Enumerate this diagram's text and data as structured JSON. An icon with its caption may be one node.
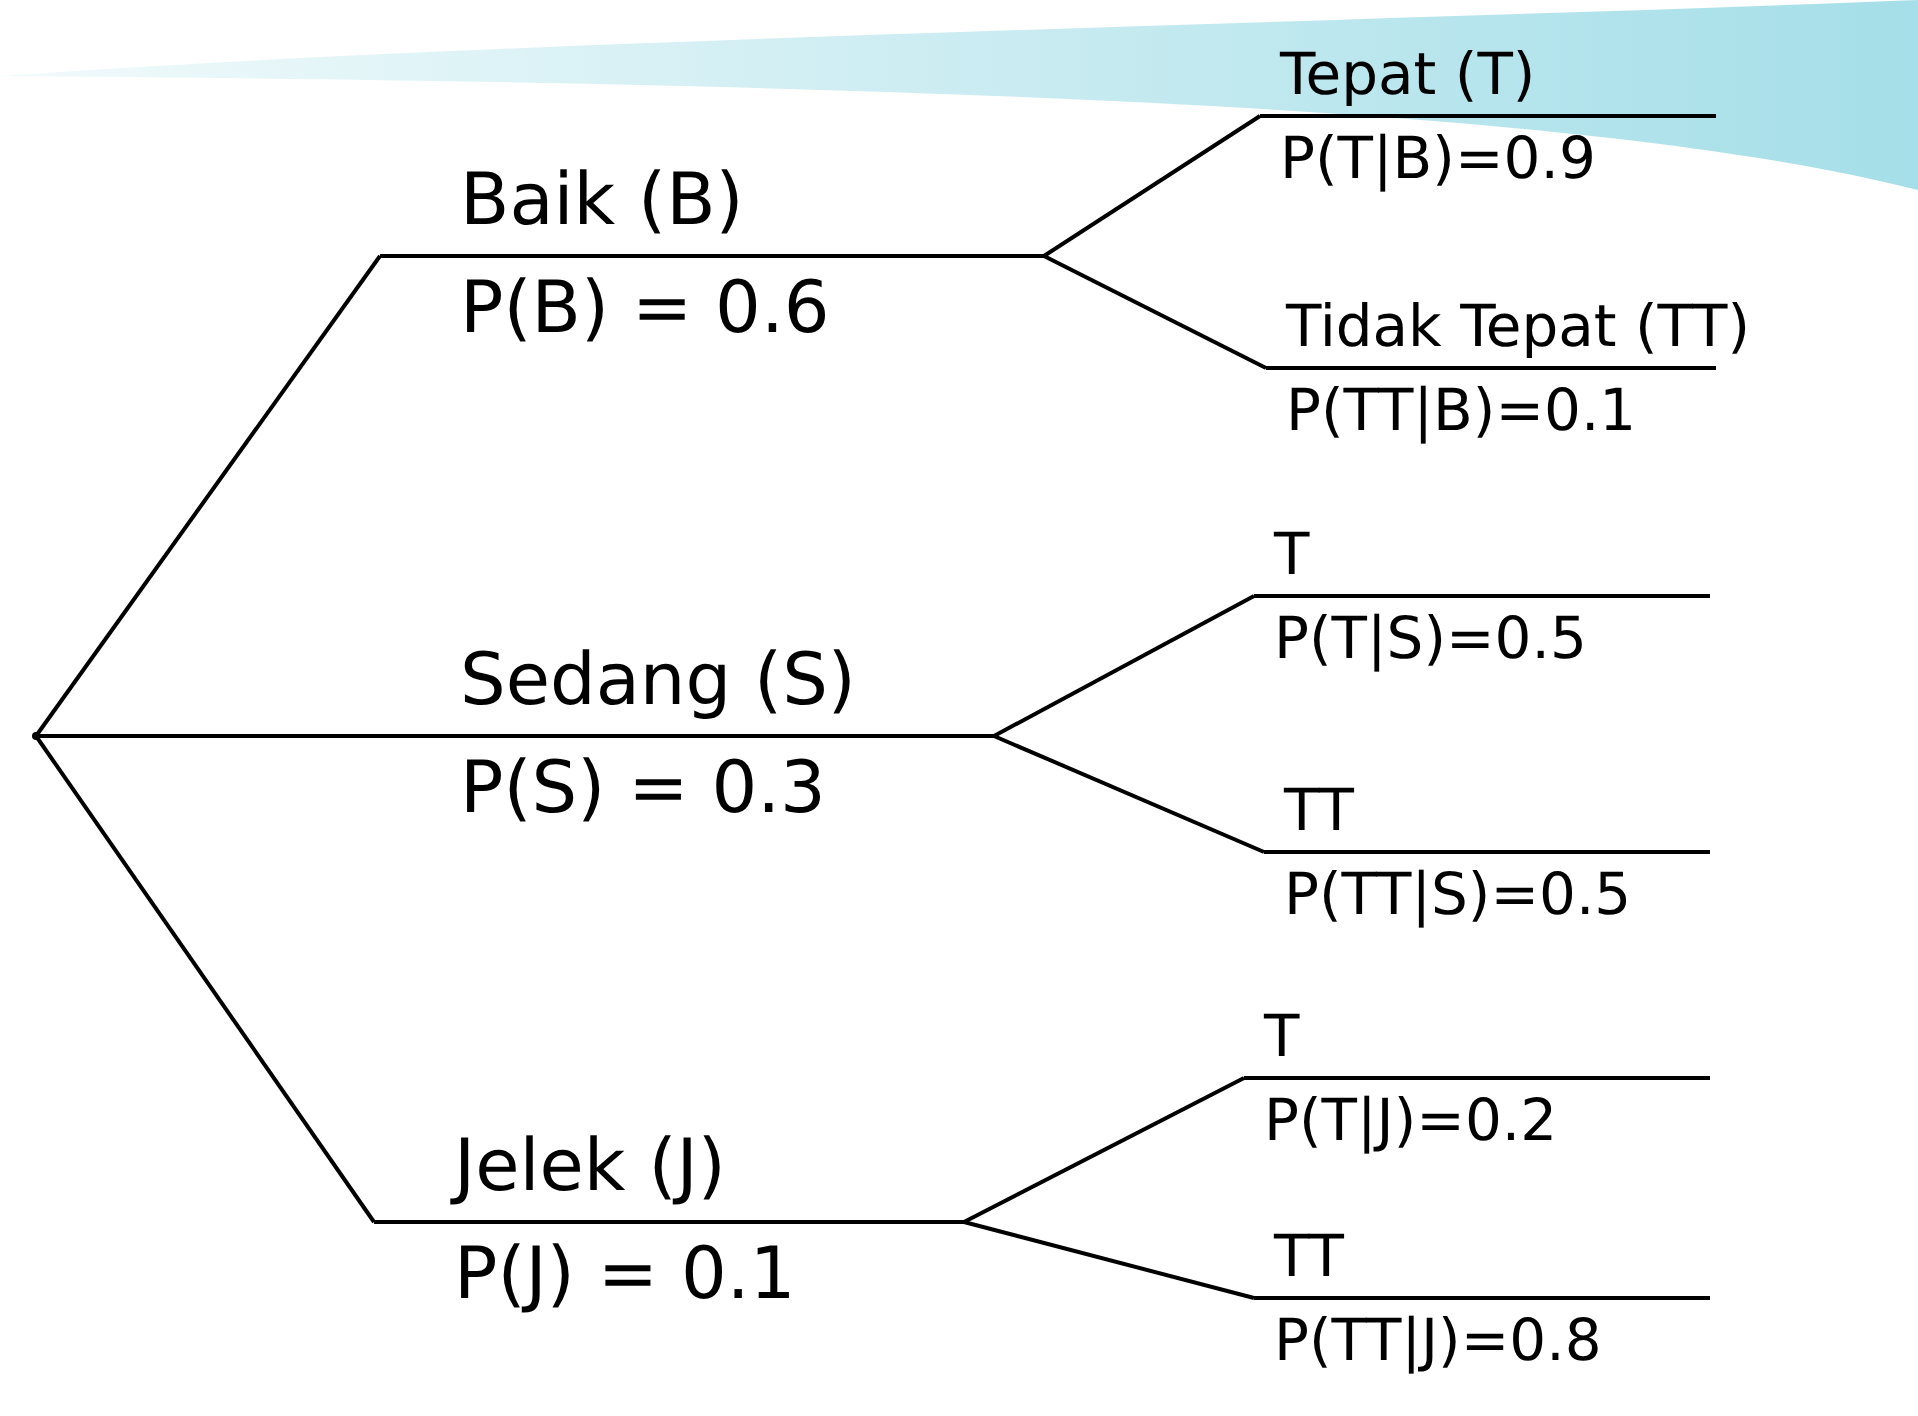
{
  "diagram": {
    "nodes": [
      {
        "text": [],
        "shape": "point"
      },
      {
        "text": [
          "Baik (B)",
          "P(B) = 0.6"
        ]
      },
      {
        "text": [
          "Tepat (T)",
          "P(T|B)=0.9"
        ]
      },
      {
        "text": [
          "Tidak Tepat (TT)",
          "P(TT|B)=0.1"
        ]
      },
      {
        "text": [
          "Sedang (S)",
          "P(S) = 0.3"
        ]
      },
      {
        "text": [
          "T",
          "P(T|S)=0.5"
        ]
      },
      {
        "text": [
          "TT",
          "P(TT|S)=0.5"
        ]
      },
      {
        "text": [
          "Jelek (J)",
          "P(J) = 0.1"
        ]
      },
      {
        "text": [
          "T",
          "P(T|J)=0.2"
        ]
      },
      {
        "text": [
          "TT",
          "P(TT|J)=0.8"
        ]
      }
    ],
    "edges": [
      {
        "from": 0,
        "to": 1,
        "arrow": "none"
      },
      {
        "from": 1,
        "to": 2,
        "arrow": "none"
      },
      {
        "from": 1,
        "to": 3,
        "arrow": "none"
      },
      {
        "from": 0,
        "to": 4,
        "arrow": "none"
      },
      {
        "from": 4,
        "to": 5,
        "arrow": "none"
      },
      {
        "from": 4,
        "to": 6,
        "arrow": "none"
      },
      {
        "from": 0,
        "to": 7,
        "arrow": "none"
      },
      {
        "from": 7,
        "to": 8,
        "arrow": "none"
      },
      {
        "from": 7,
        "to": 9,
        "arrow": "none"
      }
    ]
  }
}
